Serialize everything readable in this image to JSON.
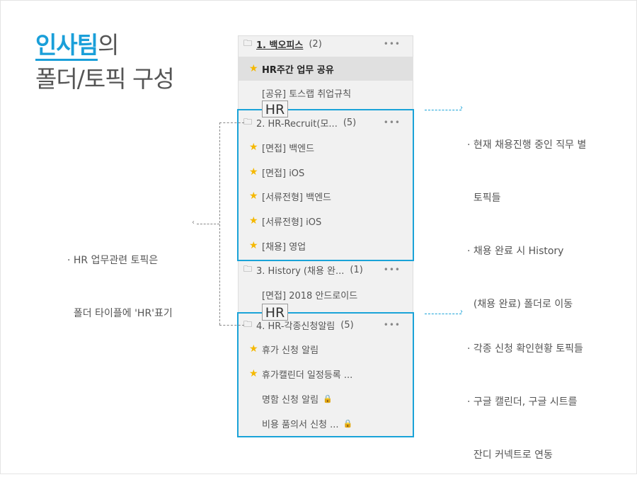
{
  "title": {
    "highlight": "인사팀",
    "suffix": "의",
    "line2": "폴더/토픽 구성"
  },
  "folders": [
    {
      "name": "1. 백오피스",
      "count": "(2)",
      "topics": [
        {
          "label": "HR주간 업무 공유",
          "star": true,
          "selected": true
        },
        {
          "label": "[공유] 토스랩 취업규칙",
          "star": false
        }
      ]
    },
    {
      "name": "2. HR-Recruit(모...",
      "count": "(5)",
      "topics": [
        {
          "label": "[면접] 백엔드",
          "star": true
        },
        {
          "label": "[면접] iOS",
          "star": true
        },
        {
          "label": "[서류전형] 백엔드",
          "star": true
        },
        {
          "label": "[서류전형] iOS",
          "star": true
        },
        {
          "label": "[채용] 영업",
          "star": true
        }
      ]
    },
    {
      "name": "3. History (채용 완...",
      "count": "(1)",
      "topics": [
        {
          "label": "[면접] 2018 안드로이드",
          "star": false
        }
      ]
    },
    {
      "name": "4. HR-각종신청알림",
      "count": "(5)",
      "topics": [
        {
          "label": "휴가 신청 알림",
          "star": true
        },
        {
          "label": "휴가캘린더 일정등록 ...",
          "star": true
        },
        {
          "label": "명함 신청 알림",
          "lock": true
        },
        {
          "label": "비용 품의서 신청 ...",
          "lock": true
        }
      ]
    }
  ],
  "more": "•••",
  "badge": "HR",
  "annotations": {
    "right1": [
      "· 현재 채용진행 중인 직무 별",
      "  토픽들",
      "· 채용 완료 시 History",
      "  (채용 완료) 폴더로 이동"
    ],
    "right2": [
      "· 각종 신청 확인현황 토픽들",
      "· 구글 캘린더, 구글 시트를",
      "  잔디 커넥트로 연동"
    ],
    "left": [
      "· HR 업무관련 토픽은",
      "  폴더 타이플에 'HR'표기"
    ]
  },
  "colors": {
    "accent": "#1aa3d8",
    "star": "#f5b800"
  }
}
